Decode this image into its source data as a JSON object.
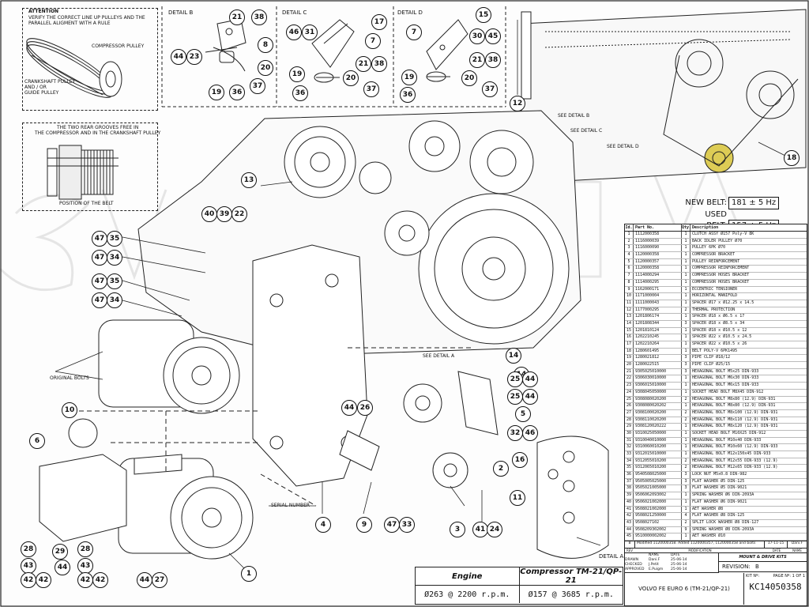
{
  "attention": {
    "title": "ATTENTION",
    "text": "VERIFY THE CORRECT LINE UP PULLEYS AND THE\nPARALLEL ALIGMENT WITH A RULE",
    "compressor_pulley": "COMPRESSOR PULLEY",
    "crankshaft_pulley": "CRANKSHAFT PULLEY\nAND / OR\nGUIDE PULLEY"
  },
  "belt_position": {
    "text": "THE TWO REAR GROOVES FREE IN\nTHE COMPRESSOR AND IN THE CRANKSHAFT PULLEY",
    "caption": "POSITION OF THE BELT"
  },
  "details": {
    "b": "DETAIL B",
    "c": "DETAIL C",
    "d": "DETAIL D",
    "a": "DETAIL A"
  },
  "see_details": {
    "b": "SEE DETAIL B",
    "c": "SEE DETAIL C",
    "d": "SEE DETAIL D",
    "a": "SEE DETAIL A"
  },
  "labels": {
    "original_bolts": "ORIGINAL BOLTS",
    "serial_number": "SERIAL NUMBER"
  },
  "belt_frequency": {
    "new_label": "NEW BELT:",
    "new_value": "181 ± 5 Hz",
    "used_label": "USED BELT:",
    "used_value": "157 ± 5 Hz"
  },
  "callouts": {
    "detail_b": [
      "21",
      "38",
      "8",
      "44",
      "23",
      "20",
      "19",
      "36",
      "37"
    ],
    "detail_c": [
      "46",
      "31",
      "17",
      "7",
      "21",
      "38",
      "19",
      "20",
      "36",
      "37"
    ],
    "detail_d": [
      "7",
      "15",
      "30",
      "45",
      "21",
      "38",
      "19",
      "20",
      "36",
      "37"
    ],
    "main": [
      "12",
      "13",
      "18",
      "40",
      "39",
      "22",
      "47",
      "35",
      "47",
      "34",
      "47",
      "35",
      "47",
      "34",
      "10",
      "6",
      "14",
      "14",
      "25",
      "44",
      "25",
      "44",
      "5",
      "32",
      "46",
      "44",
      "26",
      "16",
      "2",
      "11",
      "3",
      "41",
      "24",
      "9",
      "47",
      "33",
      "4",
      "1",
      "28",
      "29",
      "28",
      "43",
      "44",
      "42",
      "42",
      "43",
      "42",
      "42",
      "44",
      "27"
    ]
  },
  "parts_list": {
    "headers": {
      "id": "Id.",
      "part": "Part No.",
      "qty": "Qty.",
      "desc": "Description"
    },
    "rows": [
      [
        "1",
        "1112000358",
        "1",
        "CLUTCH ASSY Ø157 Poly-V 8K"
      ],
      [
        "2",
        "1116000039",
        "1",
        "BACK IDLER PULLEY Ø70"
      ],
      [
        "3",
        "1116000090",
        "1",
        "PULLEY 6PK Ø70"
      ],
      [
        "4",
        "1120000358",
        "1",
        "COMPRESSOR BRACKET"
      ],
      [
        "5",
        "1120000357",
        "1",
        "PULLEY REINFORCEMENT"
      ],
      [
        "6",
        "1120000358",
        "1",
        "COMPRESSOR REINFORCEMENT"
      ],
      [
        "7",
        "1114000294",
        "1",
        "COMPRESSOR HOSES BRACKET"
      ],
      [
        "8",
        "1114000295",
        "1",
        "COMPRESSOR HOSES BRACKET"
      ],
      [
        "9",
        "1162000171",
        "1",
        "ECCENTRIC TENSIONER"
      ],
      [
        "10",
        "1171000004",
        "1",
        "HORIZONTAL MANIFOLD"
      ],
      [
        "11",
        "1111000043",
        "1",
        "SPACER Ø17 x Ø12.25 x 14.5"
      ],
      [
        "12",
        "1177000295",
        "2",
        "THERMAL PROTECTION"
      ],
      [
        "13",
        "1201806174",
        "1",
        "SPACER Ø18 x Ø6.5 x 17"
      ],
      [
        "14",
        "1201808344",
        "3",
        "SPACER Ø18 x Ø8.5 x 34"
      ],
      [
        "15",
        "1201810124",
        "1",
        "SPACER Ø18 x Ø10.5 x 12"
      ],
      [
        "16",
        "1202210245",
        "1",
        "SPACER Ø22 x Ø10.5 x 24.5"
      ],
      [
        "17",
        "1202210264",
        "1",
        "SPACER Ø22 x Ø10.5 x 26"
      ],
      [
        "18",
        "1280601495",
        "1",
        "BELT POLY-V 6PK1495"
      ],
      [
        "19",
        "1280021812",
        "3",
        "PIPE CLIP Ø18/12"
      ],
      [
        "20",
        "1280022515",
        "3",
        "PIPE CLIP Ø25/15"
      ],
      [
        "21",
        "9305025010000",
        "3",
        "HEXAGONAL BOLT M5x25 DIN-933"
      ],
      [
        "22",
        "9306030010000",
        "1",
        "HEXAGONAL BOLT M6x30 DIN-933"
      ],
      [
        "23",
        "9306015010000",
        "1",
        "HEXAGONAL BOLT M6x15 DIN-933"
      ],
      [
        "24",
        "9308045050000",
        "1",
        "SOCKET HEAD BOLT M8X45 DIN-912"
      ],
      [
        "25",
        "9308080020200",
        "2",
        "HEXAGONAL BOLT M8x80 (12.9) DIN-931"
      ],
      [
        "26",
        "9308080020202",
        "1",
        "HEXAGONAL BOLT M8x80 (12.9) DIN-931"
      ],
      [
        "27",
        "9308100020200",
        "2",
        "HEXAGONAL BOLT M8x100 (12.9) DIN-931"
      ],
      [
        "28",
        "9308110020200",
        "2",
        "HEXAGONAL BOLT M8x110 (12.9) DIN-931"
      ],
      [
        "29",
        "9308120020222",
        "1",
        "HEXAGONAL BOLT M8x120 (12.9) DIN-931"
      ],
      [
        "30",
        "9310025050000",
        "1",
        "SOCKET HEAD BOLT M10X25 DIN-912"
      ],
      [
        "31",
        "9310040010000",
        "1",
        "HEXAGONAL BOLT M10x40 DIN-933"
      ],
      [
        "32",
        "9310060010200",
        "1",
        "HEXAGONAL BOLT M10x60 (12.9) DIN-933"
      ],
      [
        "33",
        "9312015010000",
        "1",
        "HEXAGONAL BOLT M12x150x45 DIN-933"
      ],
      [
        "34",
        "9312055010200",
        "2",
        "HEXAGONAL BOLT M12x55 DIN-933 (12.9)"
      ],
      [
        "35",
        "9312065010200",
        "2",
        "HEXAGONAL BOLT M12x65 DIN-933 (12.9)"
      ],
      [
        "36",
        "9540508025000",
        "3",
        "LOCK NUT M5x0.8 DIN-982"
      ],
      [
        "37",
        "9505005025000",
        "3",
        "FLAT WASHER Ø5 DIN-125"
      ],
      [
        "38",
        "9505021005000",
        "3",
        "FLAT WASHER Ø5 DIN-9021"
      ],
      [
        "39",
        "9506062093002",
        "1",
        "SPRING WASHER Ø6 DIN-2093A"
      ],
      [
        "40",
        "9506021002000",
        "1",
        "FLAT WASHER Ø6 DIN-9021"
      ],
      [
        "41",
        "9508021002000",
        "1",
        "AET WASHER Ø8"
      ],
      [
        "42",
        "9508021250000",
        "4",
        "FLAT WASHER Ø8 DIN-125"
      ],
      [
        "43",
        "9508027102",
        "2",
        "SPLIT LOCK WASHER Ø8 DIN-127"
      ],
      [
        "44",
        "9508209302002",
        "9",
        "SPRING WASHER Ø8 DIN-2093A"
      ],
      [
        "45",
        "9510000002002",
        "1",
        "AET WASHER Ø10"
      ],
      [
        "46",
        "9510209302002",
        "2",
        "SPRING WASHER Ø10 DIN-2093A"
      ],
      [
        "47",
        "9512209302002",
        "5",
        "SPRING WASHER Ø12 DIN-2093A"
      ]
    ]
  },
  "revision_row": {
    "rev": "B",
    "modification": "Modified 1120000358. Added 1120000357, 1120000358 and bolts",
    "date": "17-11-15",
    "name": "Dani.F",
    "col_rev": "REV",
    "col_mod": "MODIFICATION",
    "col_date": "DATE",
    "col_name": "NAME"
  },
  "title_block": {
    "drawn_label": "DRAWN",
    "drawn_name": "Dani.F",
    "drawn_date": "25-06-14",
    "checked_label": "CHECKED",
    "checked_name": "J.Petit",
    "checked_date": "25-06-14",
    "approved_label": "APPROVED",
    "approved_name": "E.Puigm",
    "approved_date": "25-06-14",
    "name_label": "NAME",
    "date_label": "DATE",
    "kit_type": "MOUNT & DRIVE KITS",
    "revision_label": "REVISION:",
    "revision_value": "B",
    "description": "VOLVO FE EURO 6 (TM-21/QP-21)",
    "kit_label": "KIT Nº:",
    "kit_number": "KC14050358",
    "page_label": "PAGE Nº:",
    "page_value": "1",
    "of_label": "OF",
    "of_value": "1"
  },
  "spec_table": {
    "col1_header": "Engine",
    "col2_header": "Compressor TM-21/QP-21",
    "col1_value": "Ø263 @ 2200 r.p.m.",
    "col2_value": "Ø157 @ 3685 r.p.m."
  }
}
